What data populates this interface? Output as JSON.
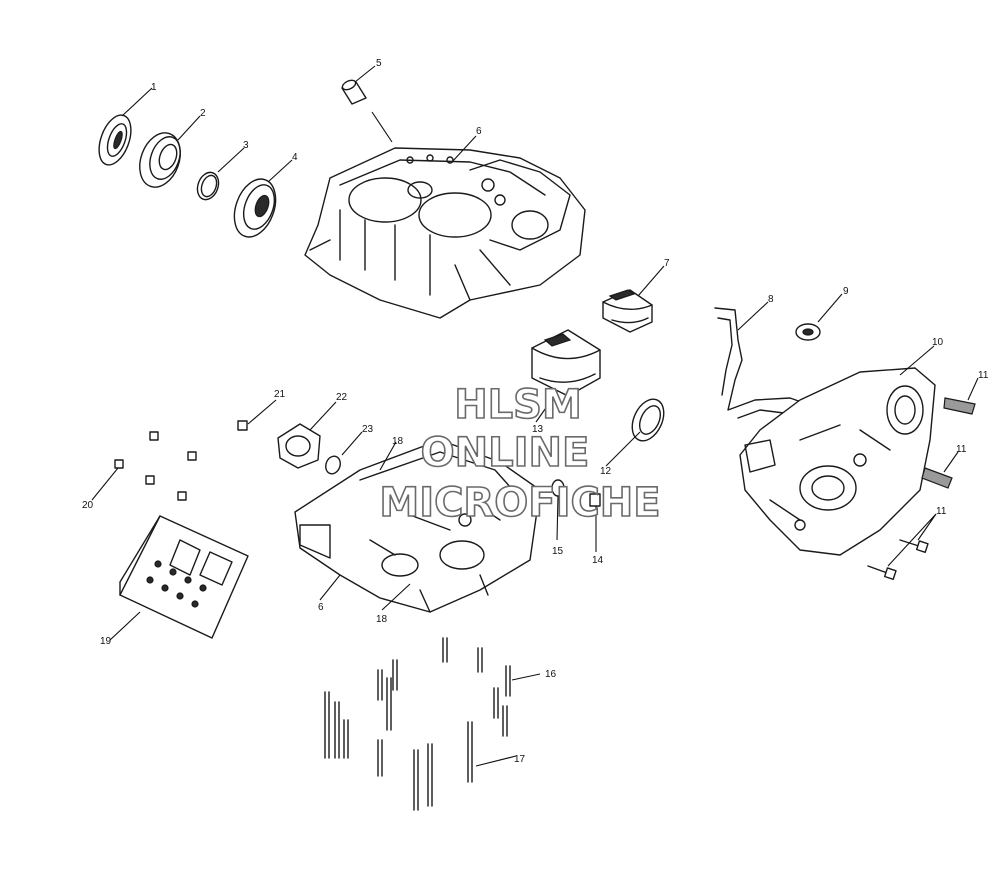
{
  "callouts": [
    {
      "n": "1"
    },
    {
      "n": "2"
    },
    {
      "n": "3"
    },
    {
      "n": "4"
    },
    {
      "n": "5"
    },
    {
      "n": "6"
    },
    {
      "n": "6"
    },
    {
      "n": "7"
    },
    {
      "n": "8"
    },
    {
      "n": "9"
    },
    {
      "n": "10"
    },
    {
      "n": "11"
    },
    {
      "n": "11"
    },
    {
      "n": "11"
    },
    {
      "n": "12"
    },
    {
      "n": "13"
    },
    {
      "n": "14"
    },
    {
      "n": "15"
    },
    {
      "n": "16"
    },
    {
      "n": "17"
    },
    {
      "n": "18"
    },
    {
      "n": "18"
    },
    {
      "n": "19"
    },
    {
      "n": "20"
    },
    {
      "n": "21"
    },
    {
      "n": "22"
    },
    {
      "n": "23"
    }
  ],
  "watermark": {
    "line1": "HLSM",
    "line2": "ONLINE",
    "line3": "MICROFICHE"
  }
}
